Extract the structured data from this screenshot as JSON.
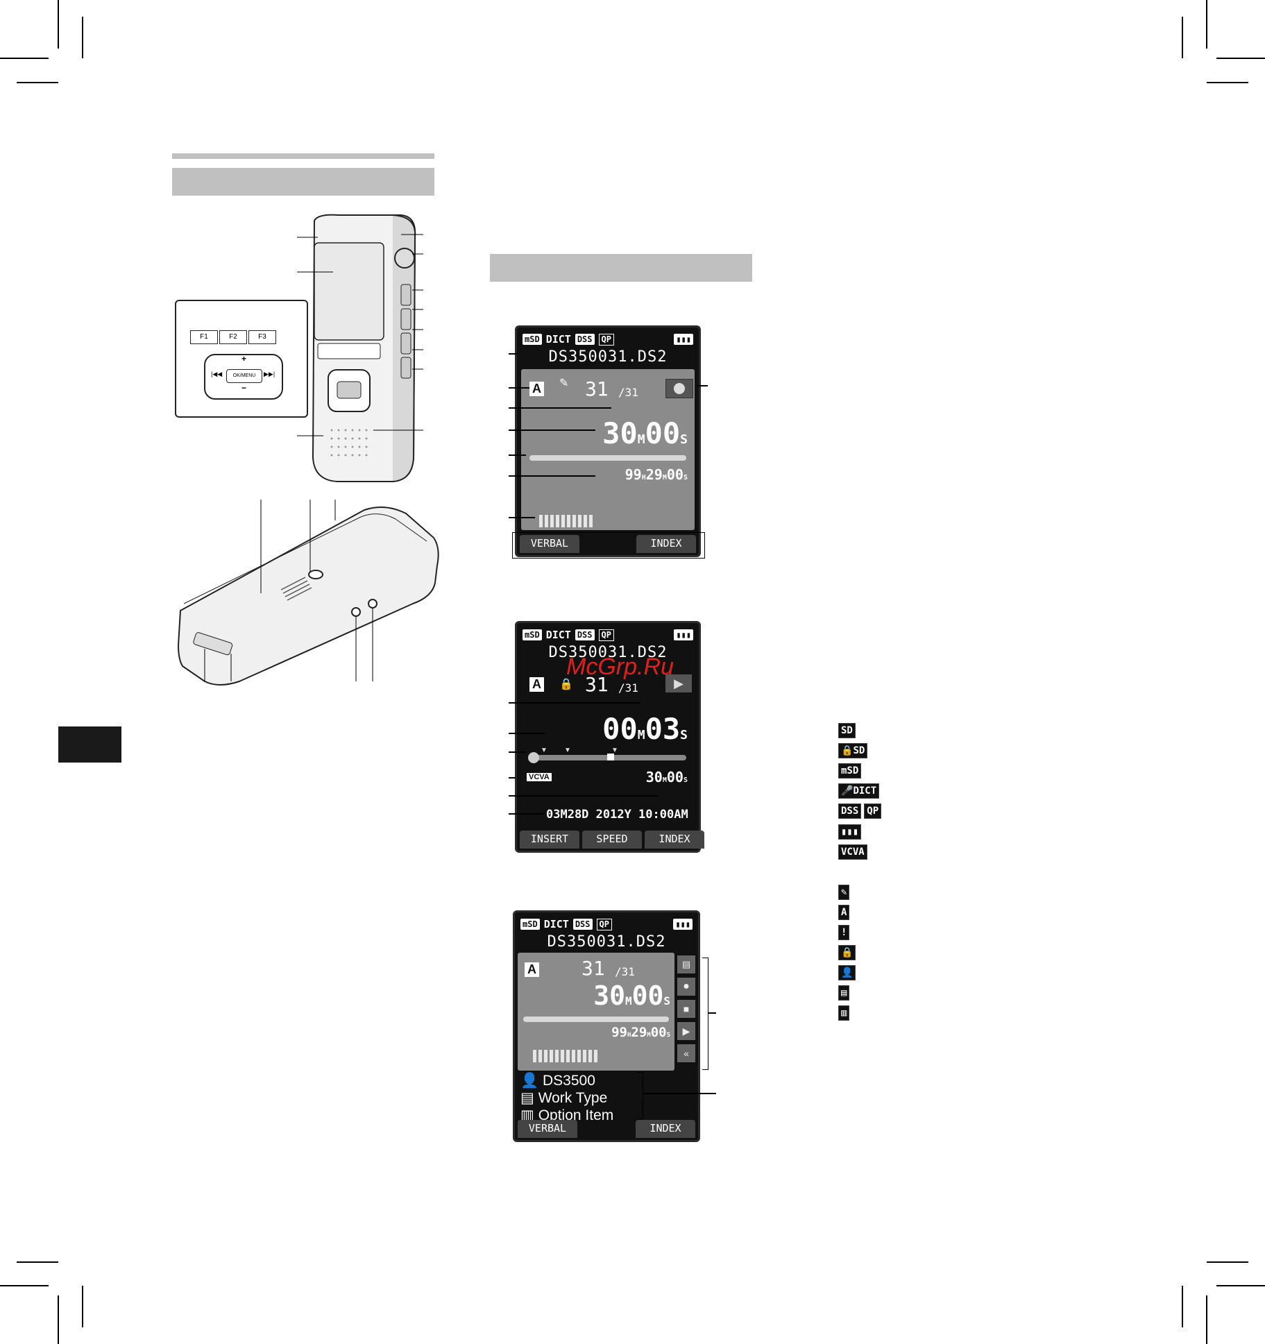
{
  "watermark": "McGrp.Ru",
  "controls": {
    "f_keys": [
      "F1",
      "F2",
      "F3"
    ],
    "ok_menu": "OK/MENU",
    "plus": "+",
    "minus": "−"
  },
  "screens": [
    {
      "status": {
        "media": "mSD",
        "mode": "DICT",
        "format1": "DSS",
        "format2": "QP"
      },
      "filename": "DS350031.DS2",
      "folder": "A",
      "file_number": "31",
      "file_total": "/31",
      "elapsed": {
        "m": "30",
        "m_unit": "M",
        "s": "00",
        "s_unit": "S"
      },
      "remaining": {
        "h": "99",
        "h_unit": "H",
        "m": "29",
        "m_unit": "M",
        "s": "00",
        "s_unit": "S"
      },
      "softkeys": [
        "VERBAL",
        "INDEX"
      ]
    },
    {
      "status": {
        "media": "mSD",
        "mode": "DICT",
        "format1": "DSS",
        "format2": "QP"
      },
      "filename": "DS350031.DS2",
      "folder": "A",
      "file_number": "31",
      "file_total": "/31",
      "elapsed": {
        "m": "00",
        "m_unit": "M",
        "s": "03",
        "s_unit": "S"
      },
      "vcva": "VCVA",
      "length": {
        "m": "30",
        "m_unit": "M",
        "s": "00",
        "s_unit": "S"
      },
      "datetime": "03M28D 2012Y 10:00AM",
      "softkeys": [
        "INSERT",
        "SPEED",
        "INDEX"
      ]
    },
    {
      "status": {
        "media": "mSD",
        "mode": "DICT",
        "format1": "DSS",
        "format2": "QP"
      },
      "filename": "DS350031.DS2",
      "folder": "A",
      "file_number": "31",
      "file_total": "/31",
      "elapsed": {
        "m": "30",
        "m_unit": "M",
        "s": "00",
        "s_unit": "S"
      },
      "remaining": {
        "h": "99",
        "h_unit": "H",
        "m": "29",
        "m_unit": "M",
        "s": "00",
        "s_unit": "S"
      },
      "info_lines": [
        "DS3500",
        "Work Type",
        "Option Item"
      ],
      "softkeys": [
        "VERBAL",
        "INDEX"
      ]
    }
  ],
  "legend_icons": [
    "SD",
    "SD",
    "mSD",
    "DICT",
    "DSS",
    "QP",
    "VCVA"
  ]
}
